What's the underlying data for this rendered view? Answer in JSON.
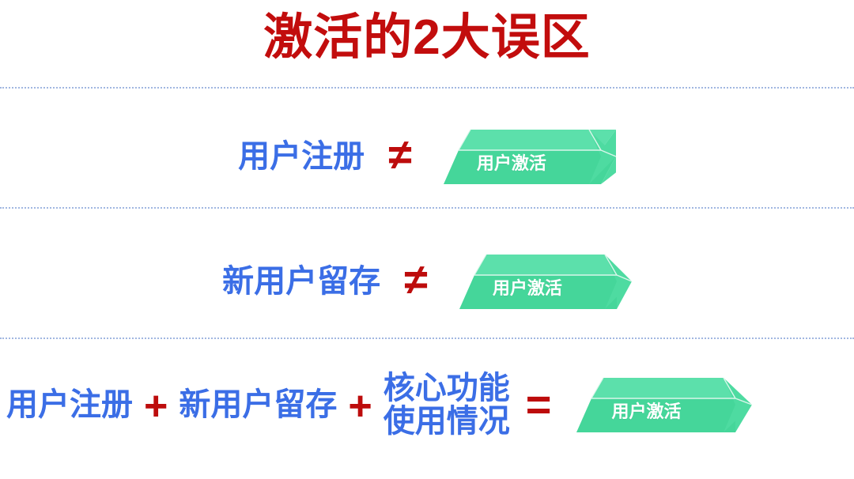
{
  "slide": {
    "title": "激活的2大误区",
    "title_color": "#c20d0d",
    "background_color": "#ffffff",
    "accent_blue": "#3b6ee6",
    "accent_red": "#bd0c0c",
    "accent_green": "#48d79d",
    "divider_color": "#9db4e0"
  },
  "rows": [
    {
      "id": "row-1",
      "left_term": "用户注册",
      "operator": "≠",
      "operator_name": "not-equal",
      "result_label": "用户激活"
    },
    {
      "id": "row-2",
      "left_term": "新用户留存",
      "operator": "≠",
      "operator_name": "not-equal",
      "result_label": "用户激活"
    },
    {
      "id": "row-3",
      "term_1": "用户注册",
      "operator_1": "+",
      "term_2": "新用户留存",
      "operator_2": "+",
      "term_3_line_1": "核心功能",
      "term_3_line_2": "使用情况",
      "operator_3": "=",
      "result_label": "用户激活"
    }
  ]
}
